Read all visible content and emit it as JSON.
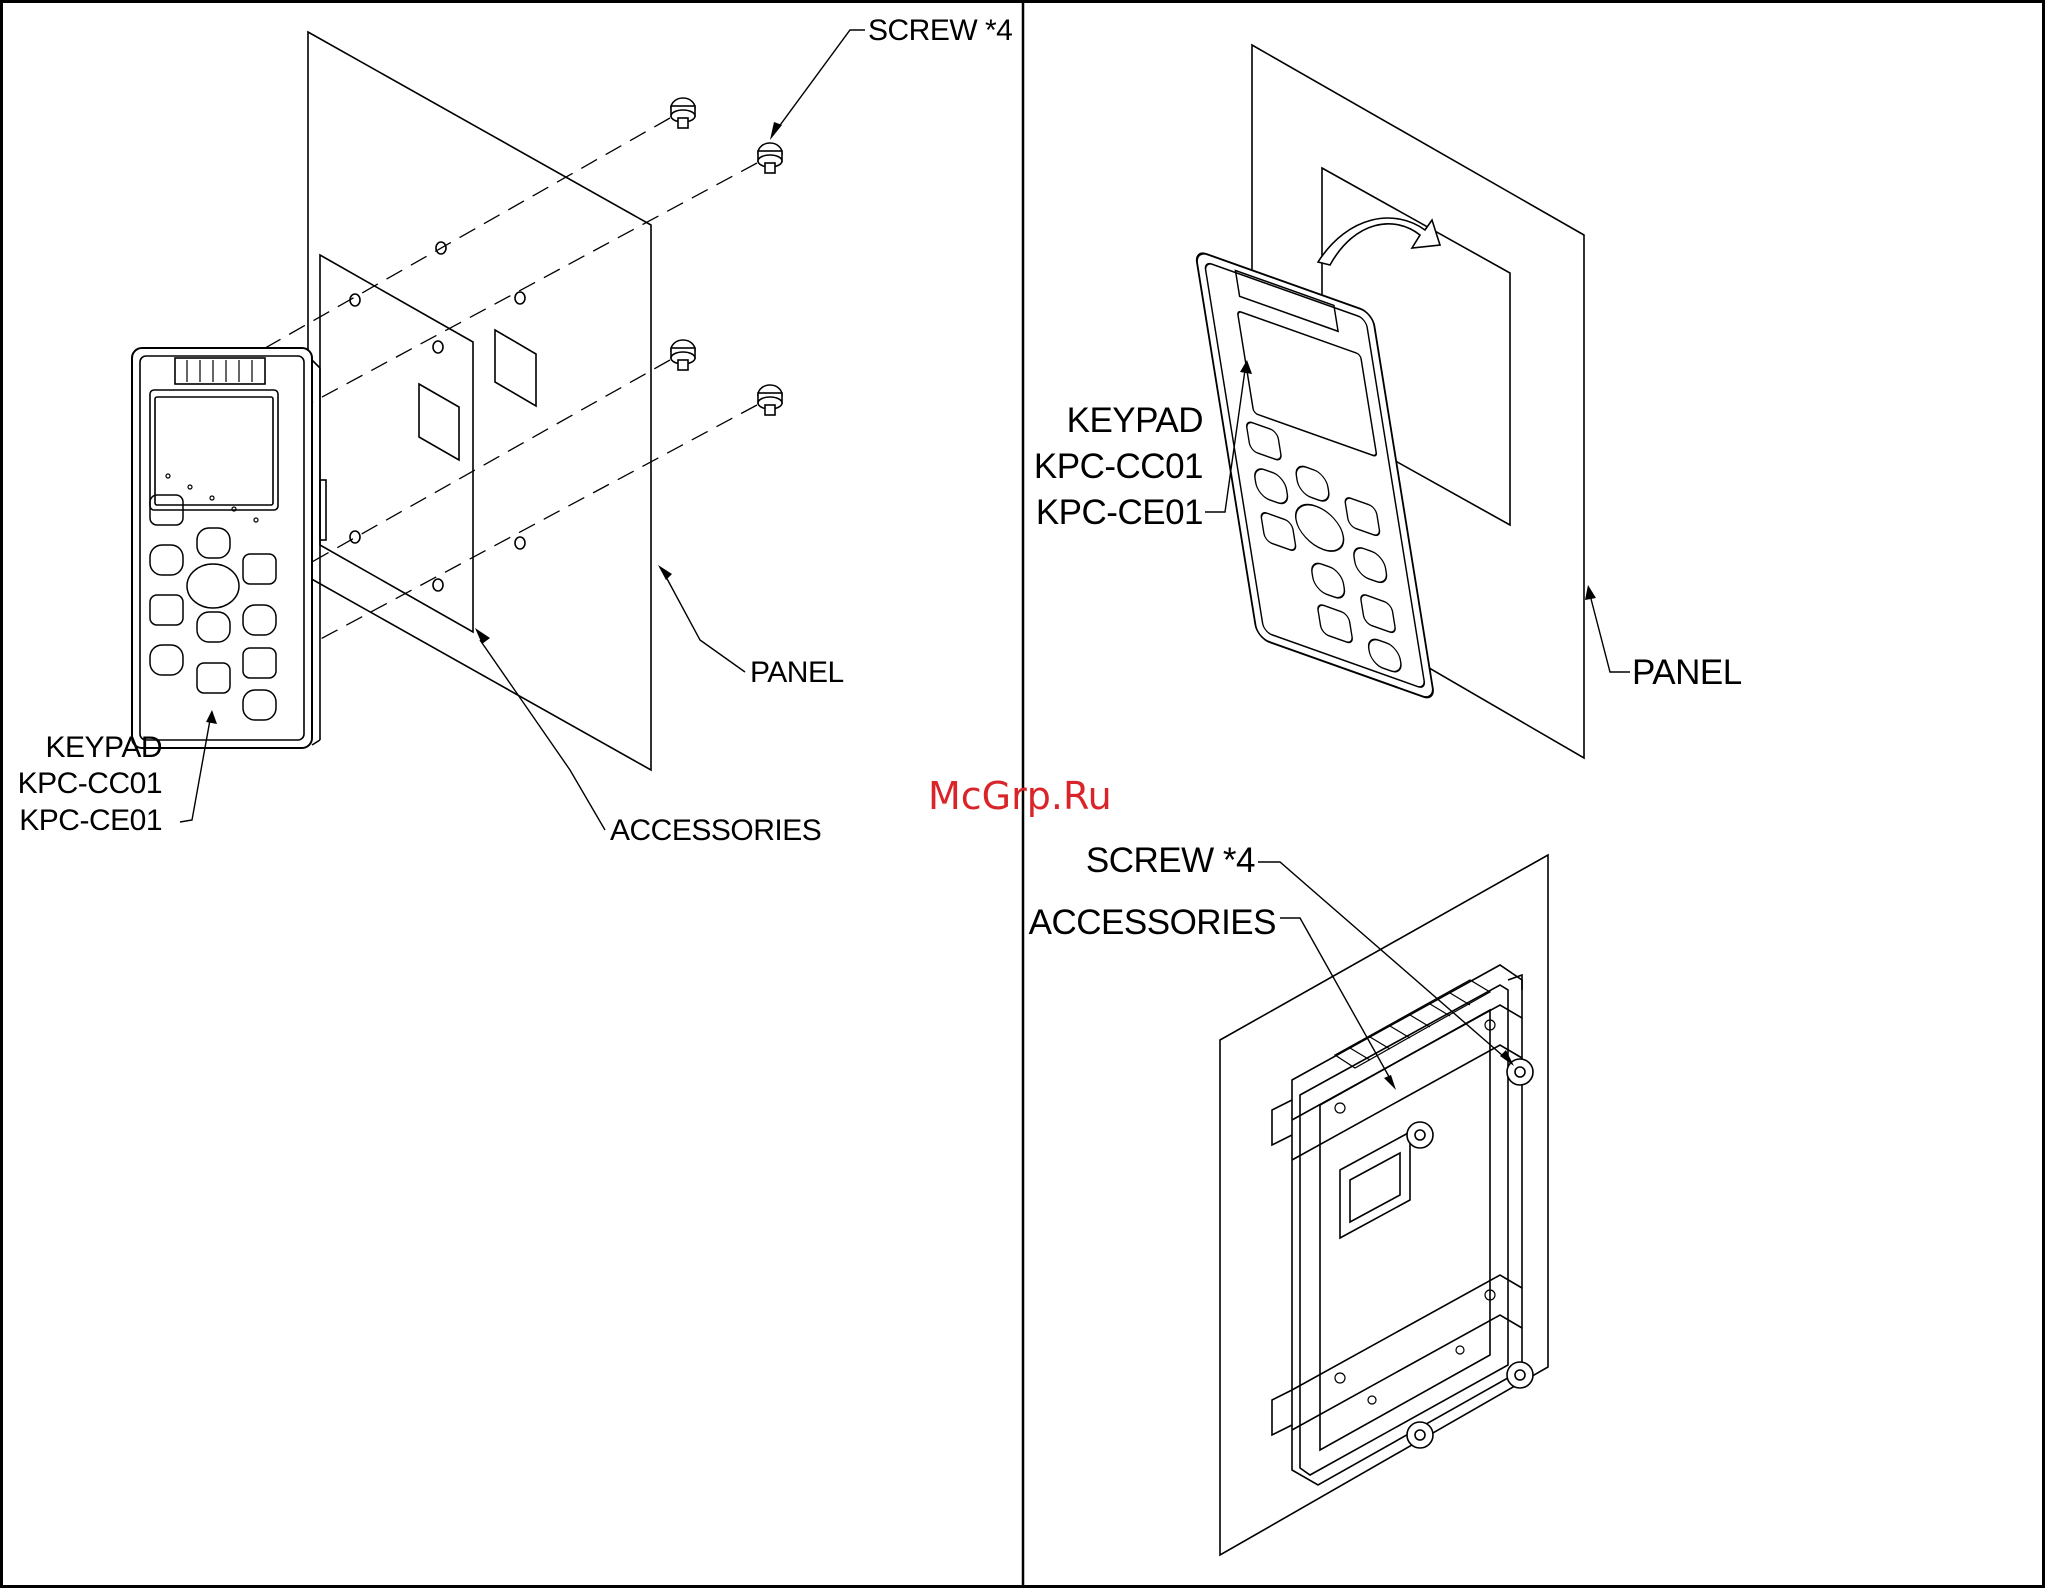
{
  "left_view": {
    "screw_label": "SCREW *4",
    "panel_label": "PANEL",
    "accessories_label": "ACCESSORIES",
    "keypad_label": [
      "KEYPAD",
      "KPC-CC01",
      "KPC-CE01"
    ]
  },
  "right_top_view": {
    "keypad_label": [
      "KEYPAD",
      "KPC-CC01",
      "KPC-CE01"
    ],
    "panel_label": "PANEL"
  },
  "right_bottom_view": {
    "screw_label": "SCREW *4",
    "accessories_label": "ACCESSORIES"
  },
  "watermark": "McGrp.Ru"
}
